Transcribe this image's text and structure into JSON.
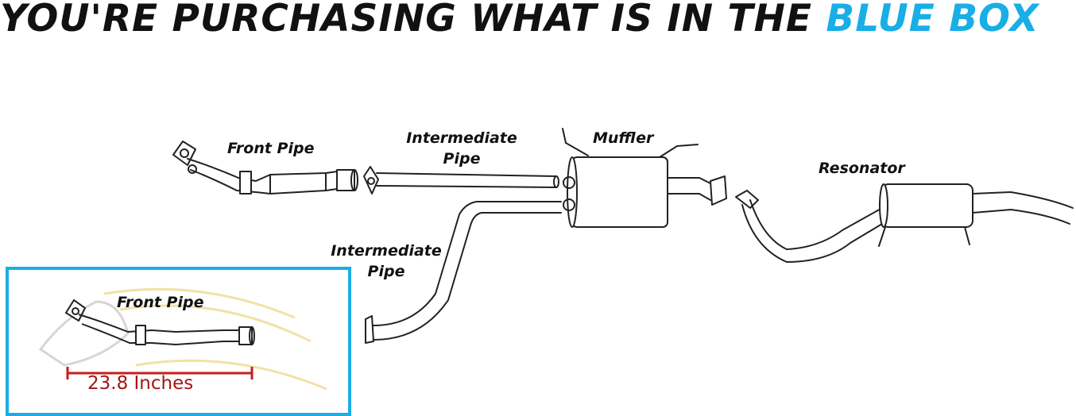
{
  "headline": {
    "text_main": "YOU'RE PURCHASING WHAT IS IN THE",
    "text_highlight": "BLUE BOX",
    "highlight_color": "#19aee6"
  },
  "labels": {
    "front_pipe": "Front Pipe",
    "intermediate_pipe_top_line1": "Intermediate",
    "intermediate_pipe_top_line2": "Pipe",
    "muffler": "Muffler",
    "resonator": "Resonator",
    "intermediate_pipe_lower_line1": "Intermediate",
    "intermediate_pipe_lower_line2": "Pipe"
  },
  "blue_box": {
    "label": "Front Pipe",
    "measurement": "23.8 Inches",
    "border_color": "#19aee6",
    "measure_color": "#a31515"
  }
}
